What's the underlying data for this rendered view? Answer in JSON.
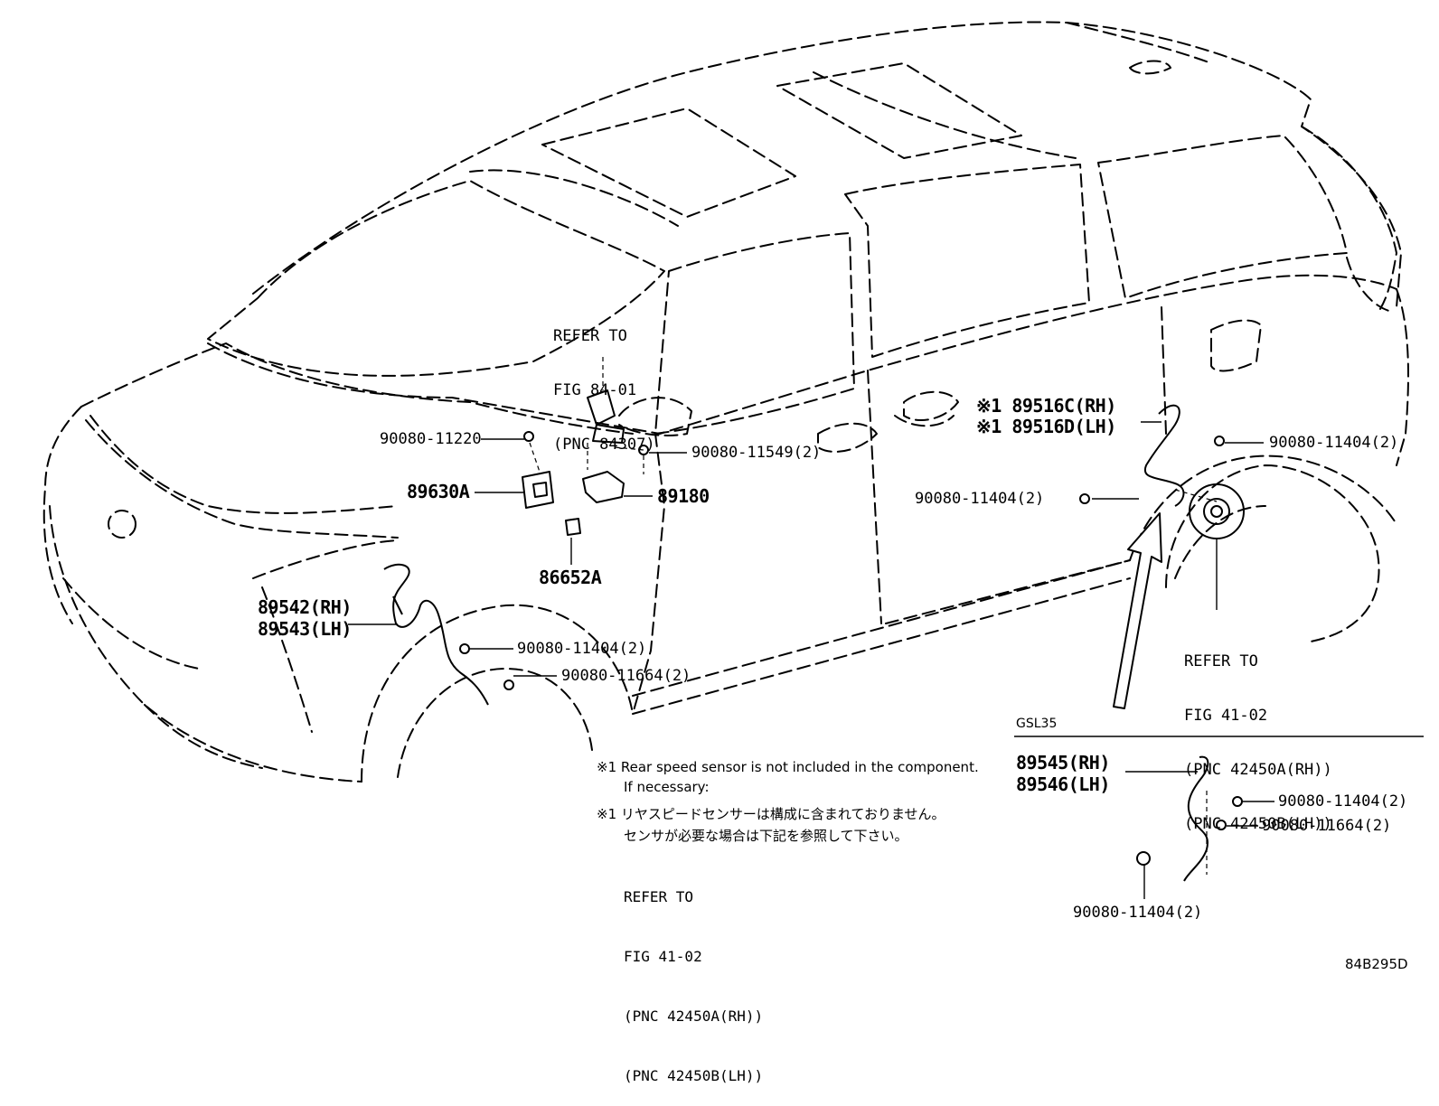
{
  "refs": {
    "fig84": [
      "REFER TO",
      "FIG 84-01",
      "(PNC 84307)"
    ],
    "fig41_right": [
      "REFER TO",
      "FIG 41-02",
      "(PNC 42450A(RH))",
      "(PNC 42450B(LH))"
    ]
  },
  "parts": {
    "p90080_11220": "90080-11220",
    "p89630A": "89630A",
    "p90080_11549": "90080-11549(2)",
    "p89180": "89180",
    "p86652A": "86652A",
    "p89542": "89542(RH)",
    "p89543": "89543(LH)",
    "p90080_11404_front": "90080-11404(2)",
    "p90080_11664_front": "90080-11664(2)",
    "p89516C": "※1 89516C(RH)",
    "p89516D": "※1 89516D(LH)",
    "p90080_11404_rear_top": "90080-11404(2)",
    "p90080_11404_rear_mid": "90080-11404(2)"
  },
  "inset": {
    "title": "GSL35",
    "p89545": "89545(RH)",
    "p89546": "89546(LH)",
    "p90080_11404_a": "90080-11404(2)",
    "p90080_11664": "90080-11664(2)",
    "p90080_11404_b": "90080-11404(2)"
  },
  "notes": {
    "en_line1": "※1 Rear speed sensor is not included in the component.",
    "en_line2": "If necessary:",
    "jp_line1": "※1 リヤスピードセンサーは構成に含まれておりません。",
    "jp_line2": "センサが必要な場合は下記を参照して下さい。",
    "ref": [
      "REFER TO",
      "FIG 41-02",
      "(PNC 42450A(RH))",
      "(PNC 42450B(LH))"
    ]
  },
  "figure_code": "84B295D"
}
